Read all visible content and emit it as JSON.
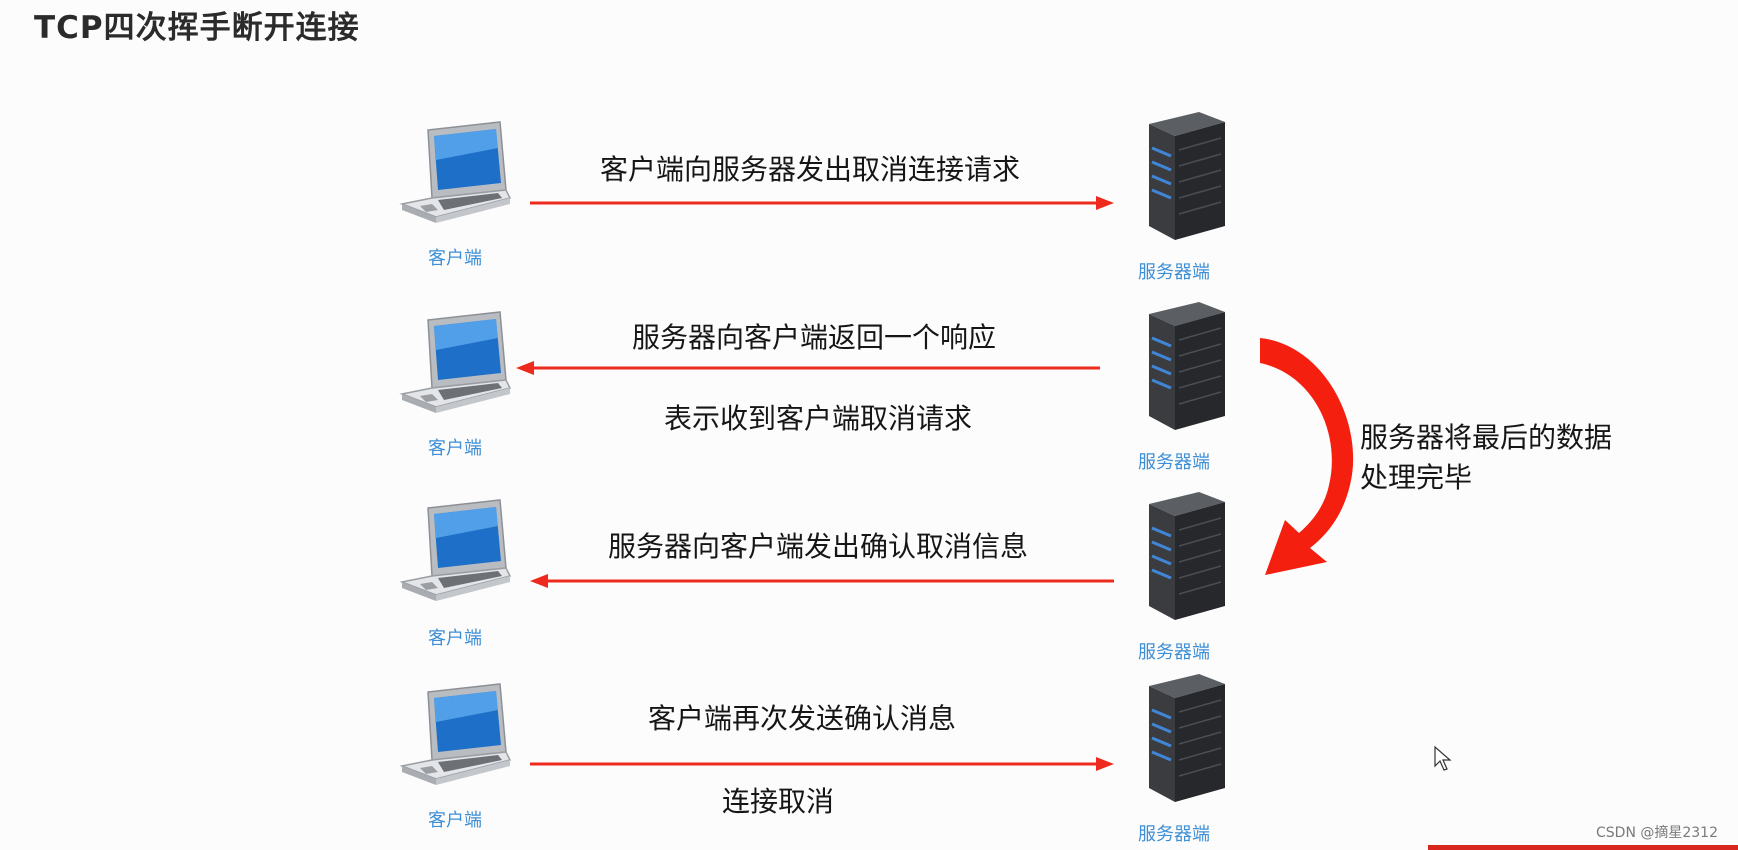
{
  "title": "TCP四次挥手断开连接",
  "steps": [
    {
      "client_label": "客户端",
      "server_label": "服务器端",
      "message": "客户端向服务器发出取消连接请求",
      "message_2": "",
      "direction": "client-to-server"
    },
    {
      "client_label": "客户端",
      "server_label": "服务器端",
      "message": "服务器向客户端返回一个响应",
      "message_2": "表示收到客户端取消请求",
      "direction": "server-to-client"
    },
    {
      "client_label": "客户端",
      "server_label": "服务器端",
      "message": "服务器向客户端发出确认取消信息",
      "message_2": "",
      "direction": "server-to-client"
    },
    {
      "client_label": "客户端",
      "server_label": "服务器端",
      "message": "客户端再次发送确认消息",
      "message_2": "连接取消",
      "direction": "client-to-server"
    }
  ],
  "server_note": {
    "line1": "服务器将最后的数据",
    "line2": "处理完毕"
  },
  "watermark": "CSDN @摘星2312",
  "colors": {
    "arrow": "#ee2a1e",
    "label": "#3e8fd6",
    "curved_arrow": "#f41f0f"
  }
}
